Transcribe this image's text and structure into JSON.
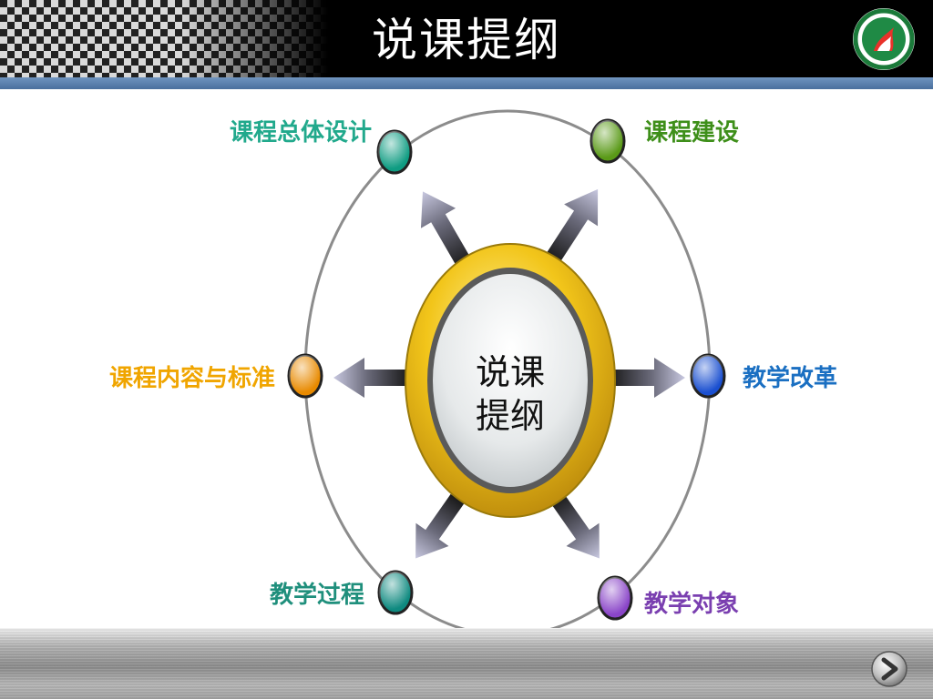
{
  "slide": {
    "title": "说课提纲"
  },
  "center": {
    "line1": "说课",
    "line2": "提纲"
  },
  "nodes": [
    {
      "label": "课程总体设计",
      "color": "#21a98c"
    },
    {
      "label": "课程建设",
      "color": "#3e8f1a"
    },
    {
      "label": "课程内容与标准",
      "color": "#f0a500"
    },
    {
      "label": "教学改革",
      "color": "#1a6fc2"
    },
    {
      "label": "教学过程",
      "color": "#1f8f7c"
    },
    {
      "label": "教学对象",
      "color": "#7a3fb0"
    }
  ],
  "icons": {
    "logo": "school-emblem-icon",
    "next": "next-arrow-icon"
  }
}
